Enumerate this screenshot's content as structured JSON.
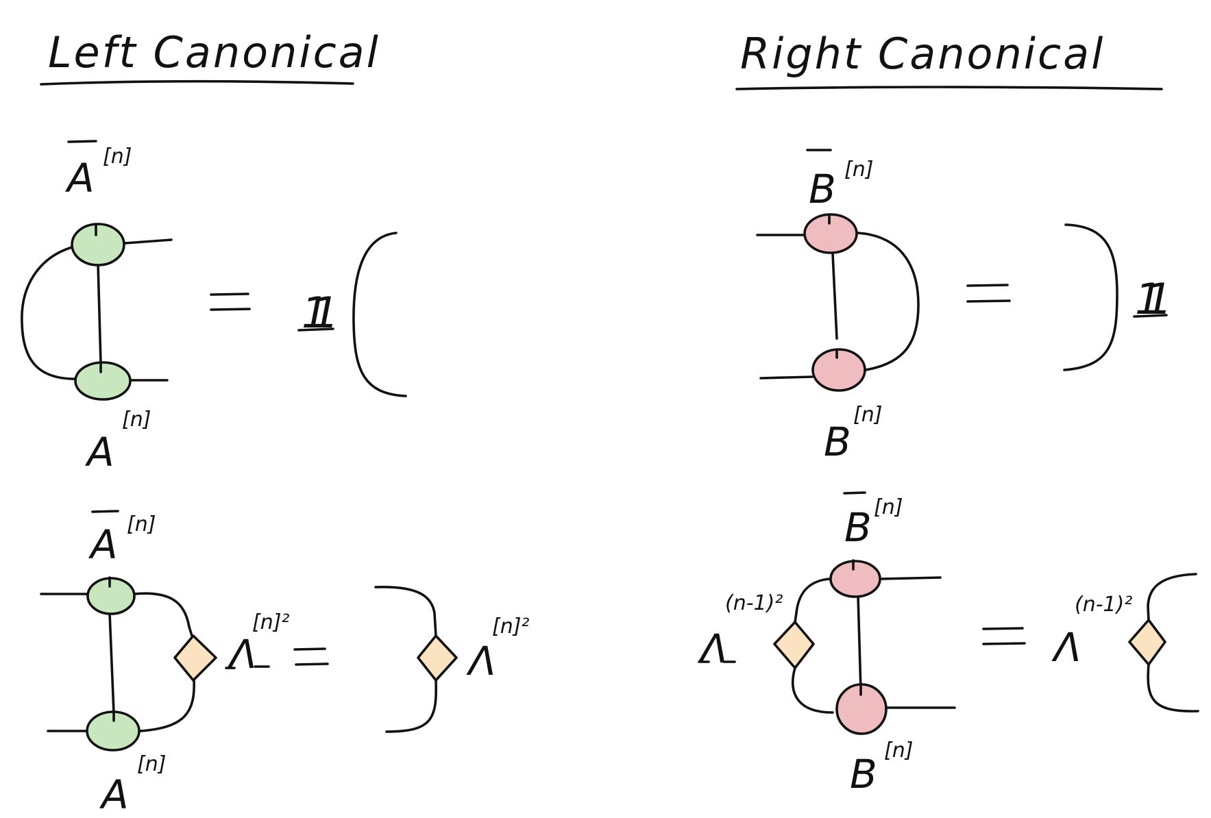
{
  "titles": {
    "left": "Left Canonical",
    "right": "Right Canonical"
  },
  "labels": {
    "abar": "A",
    "a": "A",
    "bbar": "B",
    "b": "B",
    "lambda": "Λ",
    "sup_n": "[n]",
    "sup_n_sq": "[n]²",
    "sup_nm1_sq": "(n-1)²",
    "equals": "=",
    "identity": "1"
  },
  "colors": {
    "A_tensor": "#c9e7bf",
    "B_tensor": "#efbcc0",
    "lambda_tensor": "#fbe3c2",
    "ink": "#111111"
  }
}
